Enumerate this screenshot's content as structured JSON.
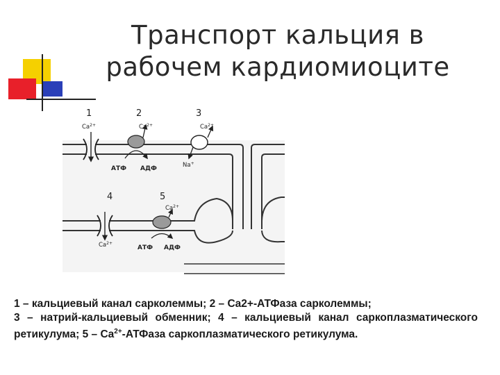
{
  "title_line1": "Транспорт кальция в",
  "title_line2": "рабочем кардиомиоците",
  "diagram": {
    "numbers": [
      "1",
      "2",
      "3",
      "4",
      "5"
    ],
    "ca_label": "Ca",
    "ca_charge": "2+",
    "na_label": "Na",
    "na_charge": "+",
    "atp_label": "АТФ",
    "adp_label": "АДФ"
  },
  "caption": {
    "line1": "1 – кальциевый канал сарколеммы; 2 – Ca2+-АТФаза сарколеммы;",
    "p2_a": "3 – натрий-кальциевый обменник; 4 – кальциевый канал саркоплазматического ретикулума; 5 – Ca",
    "p2_sup": "2+",
    "p2_b": "-АТФаза саркоплазматического ретикулума."
  },
  "colors": {
    "deco_yellow": "#f5d000",
    "deco_red": "#e8202a",
    "deco_blue": "#2a3fb8",
    "line": "#333333",
    "pump_fill": "#9a9a9a"
  }
}
